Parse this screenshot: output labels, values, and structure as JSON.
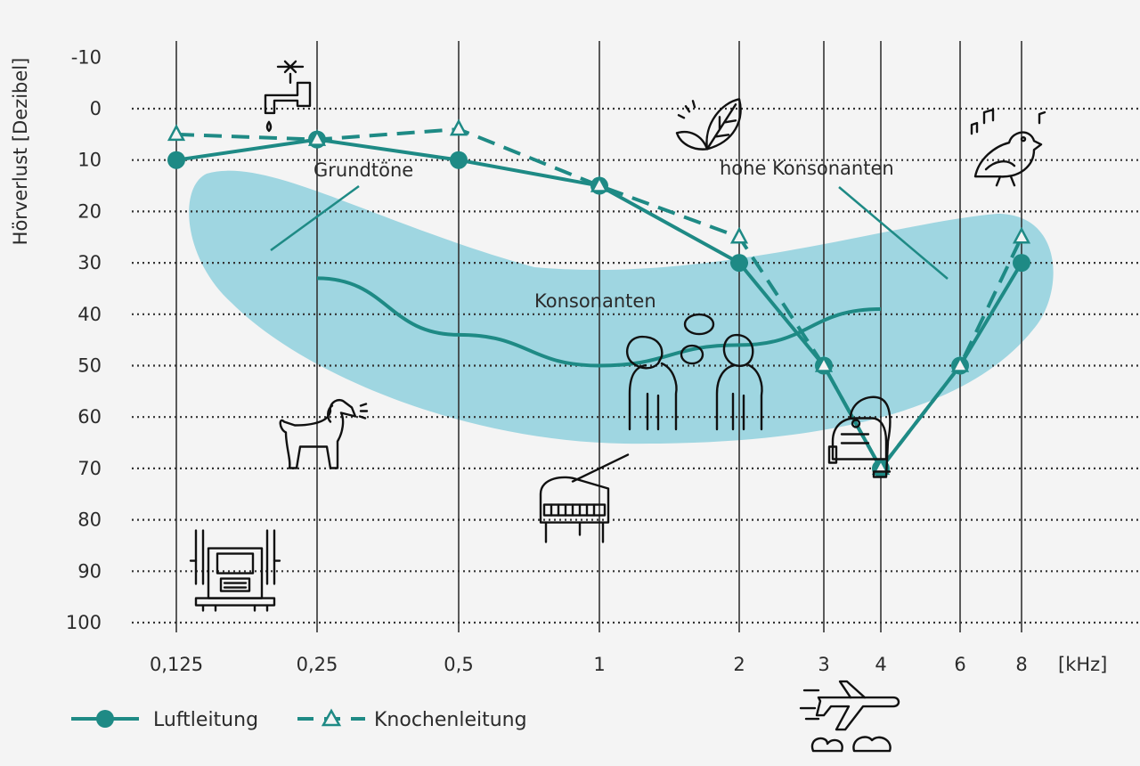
{
  "chart_data": {
    "type": "line",
    "ylabel": "Hörverlust [Dezibel]",
    "x_unit": "[kHz]",
    "categories": [
      "0,125",
      "0,25",
      "0,5",
      "1",
      "2",
      "3",
      "4",
      "6",
      "8"
    ],
    "y_ticks": [
      -10,
      0,
      10,
      20,
      30,
      40,
      50,
      60,
      70,
      80,
      90,
      100
    ],
    "ylim": [
      -10,
      100
    ],
    "y_inverted": true,
    "grid": "vertical solid, horizontal dotted",
    "legend_position": "bottom-left",
    "series": [
      {
        "name": "Luftleitung",
        "style": "solid",
        "marker": "circle",
        "color": "#1e8a85",
        "values": [
          10,
          6,
          10,
          15,
          30,
          50,
          70,
          50,
          30
        ]
      },
      {
        "name": "Knochenleitung",
        "style": "dashed",
        "marker": "triangle",
        "color": "#1e8a85",
        "values": [
          5,
          6,
          4,
          15,
          25,
          50,
          70,
          50,
          25
        ]
      }
    ],
    "speech_banana": {
      "color": "#8fd0dd"
    },
    "consonant_curve": {
      "x": [
        0.25,
        0.5,
        1,
        2,
        4
      ],
      "y": [
        33,
        44,
        50,
        46,
        39
      ]
    },
    "annotations": [
      {
        "text": "Grundtöne"
      },
      {
        "text": "Konsonanten"
      },
      {
        "text": "hohe Konsonanten"
      }
    ],
    "icons": [
      {
        "name": "faucet-icon",
        "x": "0,25",
        "y": -4
      },
      {
        "name": "leaves-icon",
        "x": "2",
        "y": 3
      },
      {
        "name": "bird-icon",
        "x": "8",
        "y": 8
      },
      {
        "name": "dog-icon",
        "x": "0,25",
        "y": 63
      },
      {
        "name": "people-talking-icon",
        "x": "1",
        "y": 52
      },
      {
        "name": "vacuum-cleaner-icon",
        "x": "3",
        "y": 63
      },
      {
        "name": "piano-icon",
        "x": "1",
        "y": 76
      },
      {
        "name": "truck-icon",
        "x": "0,125",
        "y": 89
      },
      {
        "name": "airplane-icon",
        "x": "4",
        "y": 117
      }
    ]
  }
}
